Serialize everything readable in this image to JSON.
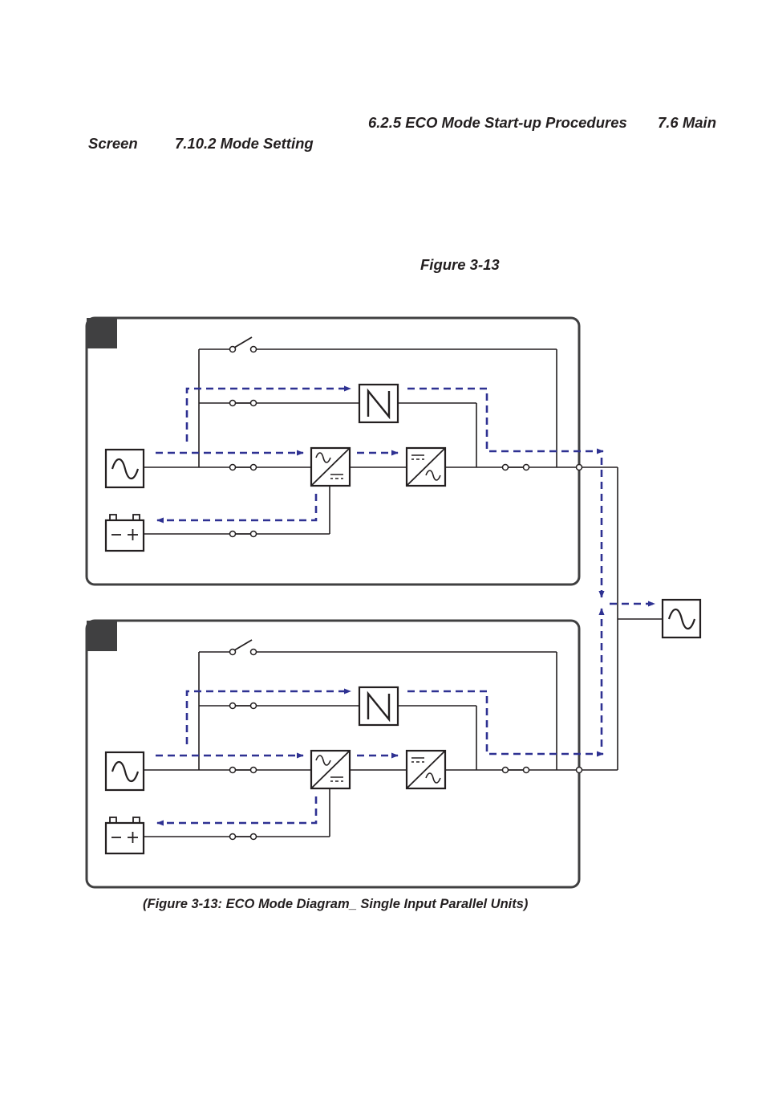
{
  "text": {
    "ref_eco_startup": "6.2.5 ECO Mode Start-up Procedures",
    "ref_main_a": "7.6 Main",
    "ref_main_b": "Screen",
    "ref_mode_setting": "7.10.2 Mode Setting",
    "figure_ref": "Figure 3-13",
    "caption": "(Figure 3-13: ECO Mode Diagram_ Single Input Parallel Units)"
  },
  "colors": {
    "wire": "#231f20",
    "frame": "#404041",
    "flow": "#2e3192",
    "corner_tab": "#404041"
  },
  "diagram": {
    "units": [
      {
        "name": "ups-unit-1"
      },
      {
        "name": "ups-unit-2"
      }
    ],
    "symbols": {
      "ac_source": "sine-icon",
      "battery": "battery-icon",
      "rectifier": "ac-dc-converter-icon",
      "inverter": "dc-ac-converter-icon",
      "static_switch": "static-bypass-switch-icon",
      "load": "load-sine-icon"
    }
  }
}
